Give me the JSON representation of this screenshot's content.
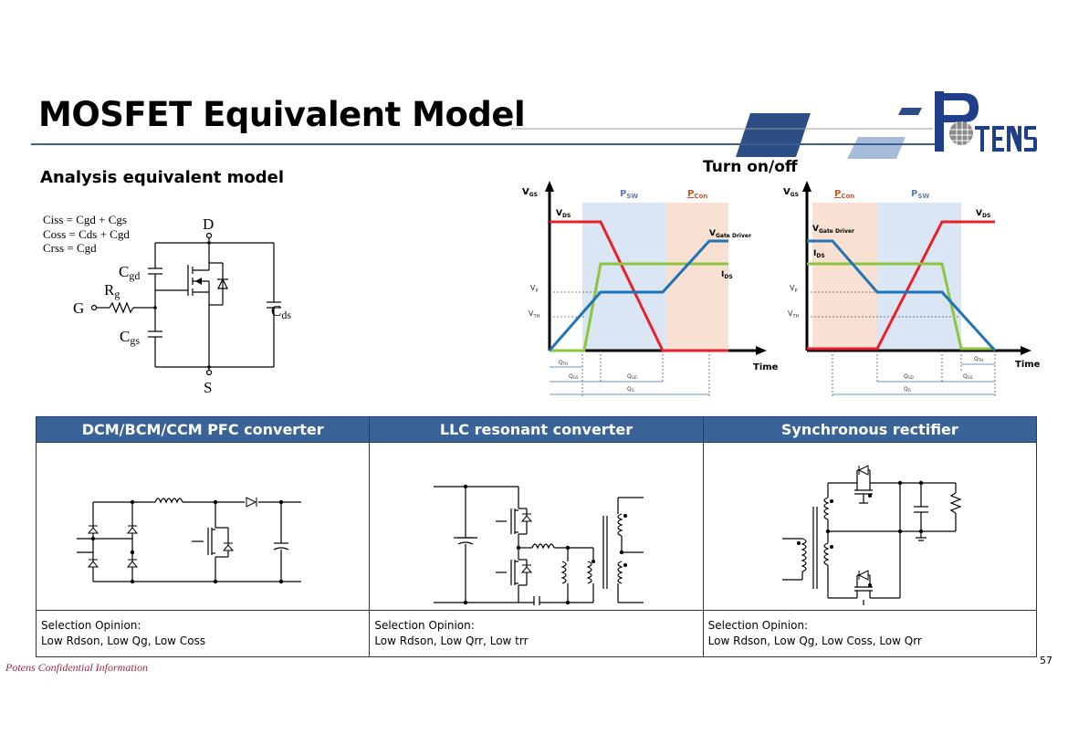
{
  "slide": {
    "title": "MOSFET Equivalent Model",
    "subheading": "Analysis equivalent model",
    "turn_on_off": "Turn on/off",
    "footer": "Potens Confidential Information",
    "page_number": "57"
  },
  "logo": {
    "text": "POTENS",
    "colors": {
      "blue": "#1f3f8a",
      "gray": "#8a8a8a"
    }
  },
  "equivalent_model": {
    "formulas": [
      "Ciss = Cgd + Cgs",
      "Coss = Cds + Cgd",
      "Crss =  Cgd"
    ],
    "labels": {
      "drain": "D",
      "source": "S",
      "gate": "G",
      "cgd": "C",
      "cgd_sub": "gd",
      "rg": "R",
      "rg_sub": "g",
      "cgs": "C",
      "cgs_sub": "gs",
      "cds": "C",
      "cds_sub": "ds"
    }
  },
  "turn_on_chart": {
    "y_label": "V",
    "y_sub": "GS",
    "region_psw": "P",
    "region_psw_sub": "SW",
    "region_pcon": "P",
    "region_pcon_sub": "Con",
    "vds": "V",
    "vds_sub": "DS",
    "vgate": "V",
    "vgate_sub": "Gate Driver",
    "ids": "I",
    "ids_sub": "DS",
    "vp": "V",
    "vp_sub": "P",
    "vth": "V",
    "vth_sub": "TH",
    "time": "Time",
    "qth": "Q",
    "qth_sub": "TH",
    "qgs": "Q",
    "qgs_sub": "GS",
    "qgd": "Q",
    "qgd_sub": "GD",
    "qg": "Q",
    "qg_sub": "G"
  },
  "turn_off_chart": {
    "y_label": "V",
    "y_sub": "GS",
    "region_pcon": "P",
    "region_pcon_sub": "Con",
    "region_psw": "P",
    "region_psw_sub": "SW",
    "vds": "V",
    "vds_sub": "DS",
    "vgate": "V",
    "vgate_sub": "Gate Driver",
    "ids": "I",
    "ids_sub": "DS",
    "vp": "V",
    "vp_sub": "P",
    "vth": "V",
    "vth_sub": "TH",
    "time": "Time",
    "qth": "Q",
    "qth_sub": "TH",
    "qgs": "Q",
    "qgs_sub": "GS",
    "qgd": "Q",
    "qgd_sub": "GD",
    "qg": "Q",
    "qg_sub": "G"
  },
  "colors": {
    "vds": "#e8202a",
    "vgs": "#1f73b7",
    "ids": "#8cc63f",
    "psw_region": "#dbe6f4",
    "pcon_region": "#f8e0d2",
    "header": "#3a6398"
  },
  "table": {
    "headers": [
      "DCM/BCM/CCM PFC converter",
      "LLC resonant converter",
      "Synchronous rectifier"
    ],
    "opinions": [
      {
        "label": "Selection Opinion:",
        "text": "Low Rdson, Low Qg, Low Coss"
      },
      {
        "label": "Selection Opinion:",
        "text": "Low Rdson, Low Qrr, Low trr"
      },
      {
        "label": "Selection Opinion:",
        "text": "Low Rdson, Low Qg, Low Coss, Low Qrr"
      }
    ]
  }
}
